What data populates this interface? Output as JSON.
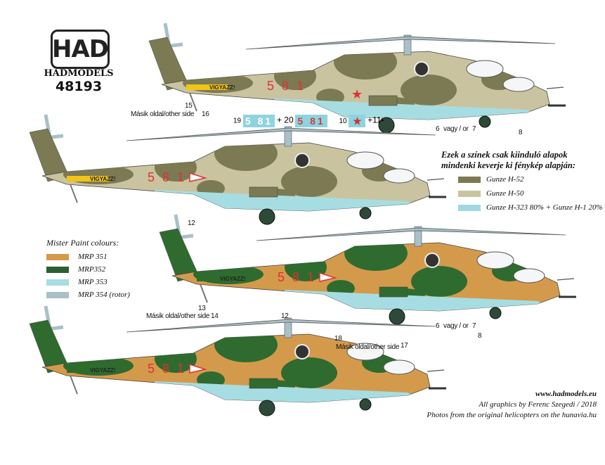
{
  "logo": {
    "mark": "HAD",
    "brand": "HADMODELS",
    "kit_number": "48193"
  },
  "helicopters": [
    {
      "palette": {
        "dark": "#7b7a52",
        "light": "#c9c3a0",
        "belly": "#a6dde2",
        "tail_stripe": "#f2c417"
      },
      "serial": "5 8 1",
      "warning": "VIGYAZZ!",
      "star": true
    },
    {
      "palette": {
        "dark": "#7b7a52",
        "light": "#c9c3a0",
        "belly": "#a6dde2",
        "tail_stripe": "#f2c417"
      },
      "serial": "5 8 1",
      "warning": "VIGYAZZ!",
      "star": false
    },
    {
      "palette": {
        "dark": "#2f6b2f",
        "light": "#d49a4c",
        "belly": "#a6dde2",
        "tail_stripe": "#2f6b2f"
      },
      "serial": "5 8 1",
      "warning": "VIGYAZZ!",
      "star": false
    },
    {
      "palette": {
        "dark": "#2f6b2f",
        "light": "#d49a4c",
        "belly": "#a6dde2",
        "tail_stripe": "#2f6b2f"
      },
      "serial": "5 8 1",
      "warning": "VIGYAZZ!",
      "star": false
    }
  ],
  "callouts": {
    "h1": {
      "n15": "15",
      "other_side": "Másik oldal/other side",
      "n16": "16",
      "n19": "19",
      "decal19": "5 81",
      "plus20": "+ 20",
      "decal20": "5 81",
      "n10": "10",
      "star": "★",
      "plus11": "+11",
      "dot": "•",
      "n6": "6",
      "or": "vagy / or",
      "n7": "7",
      "n8": "8"
    },
    "h2": {
      "n12": "12"
    },
    "h3": {
      "n13": "13",
      "other_side": "Másik oldal/other side",
      "n14": "14",
      "n12": "12",
      "n6": "6",
      "or": "vagy / or",
      "n7": "7",
      "n8": "8"
    },
    "h4": {
      "n18": "18",
      "other_side": "Másik oldal/other side",
      "n17": "17"
    }
  },
  "gunze_legend": {
    "title_line1": "Ezek a színek csak kiinduló alapok",
    "title_line2": "mindenki keverje ki fénykép alapján:",
    "items": [
      {
        "label": "Gunze H-52",
        "color": "#7b7a52"
      },
      {
        "label": "Gunze H-50",
        "color": "#c9c3a0"
      },
      {
        "label": "Gunze H-323 80% + Gunze H-1 20%",
        "color": "#9fd9df"
      }
    ]
  },
  "mrp_legend": {
    "title": "Mister Paint colours:",
    "items": [
      {
        "label": "MRP 351",
        "color": "#d49a4c"
      },
      {
        "label": "MRP352",
        "color": "#2f5e34"
      },
      {
        "label": "MRP 353",
        "color": "#a6dde2"
      },
      {
        "label": "MRP 354 (rotor)",
        "color": "#a9c0c8"
      }
    ]
  },
  "footer": {
    "website": "www.hadmodels.eu",
    "credit": "All graphics by Ferenc Szegedi  / 2018",
    "source": "Photos from the original helicopters on the hunavia.hu"
  }
}
